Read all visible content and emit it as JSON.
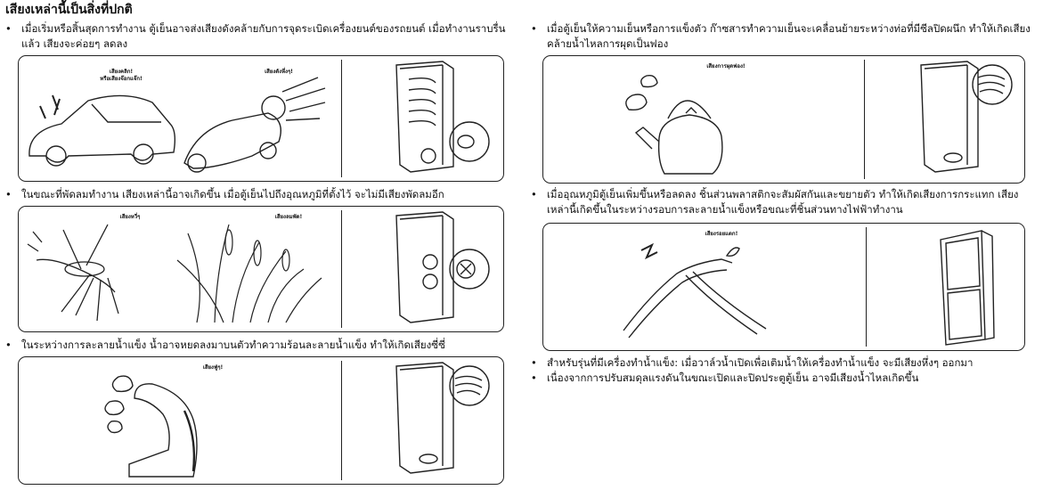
{
  "title": "เสียงเหล่านี้เป็นสิ่งที่ปกติ",
  "bullets": [
    "เมื่อเริ่มหรือสิ้นสุดการทำงาน ตู้เย็นอาจส่งเสียงดังคล้ายกับการจุดระเบิดเครื่องยนต์ของรถยนต์ เมื่อทำงานราบรื่นแล้ว เสียงจะค่อยๆ ลดลง",
    "ในขณะที่พัดลมทำงาน เสียงเหล่านี้อาจเกิดขึ้น เมื่อตู้เย็นไปถึงอุณหภูมิที่ตั้งไว้ จะไม่มีเสียงพัดลมอีก",
    "ในระหว่างการละลายน้ำแข็ง น้ำอาจหยดลงมาบนตัวทำความร้อนละลายน้ำแข็ง ทำให้เกิดเสียงซี่ซี่",
    "เมื่อตู้เย็นให้ความเย็นหรือการแข็งตัว ก๊าซสารทำความเย็นจะเคลื่อนย้ายระหว่างท่อที่มีซีลปิดผนึก ทำให้เกิดเสียงคล้ายน้ำไหลการผุดเป็นฟอง",
    "เมื่ออุณหภูมิตู้เย็นเพิ่มขึ้นหรือลดลง ชิ้นส่วนพลาสติกจะสัมผัสกันและขยายตัว ทำให้เกิดเสียงการกระแทก เสียงเหล่านี้เกิดขึ้นในระหว่างรอบการละลายน้ำแข็งหรือขณะที่ชิ้นส่วนทางไฟฟ้าทำงาน",
    "สำหรับรุ่นที่มีเครื่องทำน้ำแข็ง: เมื่อวาล์วน้ำเปิดเพื่อเติมน้ำให้เครื่องทำน้ำแข็ง จะมีเสียงหึ่งๆ ออกมา",
    "เนื่องจากการปรับสมดุลแรงดันในขณะเปิดและปิดประตูตู้เย็น อาจมีเสียงน้ำไหลเกิดขึ้น"
  ],
  "bullet_symbol": "•",
  "captions": {
    "click": "เสียงคลิก!\nหรือเสียงจ๊อกแจ๊ก!",
    "rumble": "เสียงดังหึ่งๆ!",
    "buzz": "เสียงหวี่ๆ",
    "wind": "เสียงลมพัด!",
    "sizzle": "เสียงฟู่ๆ!",
    "bubble": "เสียงการผุดฟอง!",
    "crack": "เสียงรอยแตก!"
  }
}
